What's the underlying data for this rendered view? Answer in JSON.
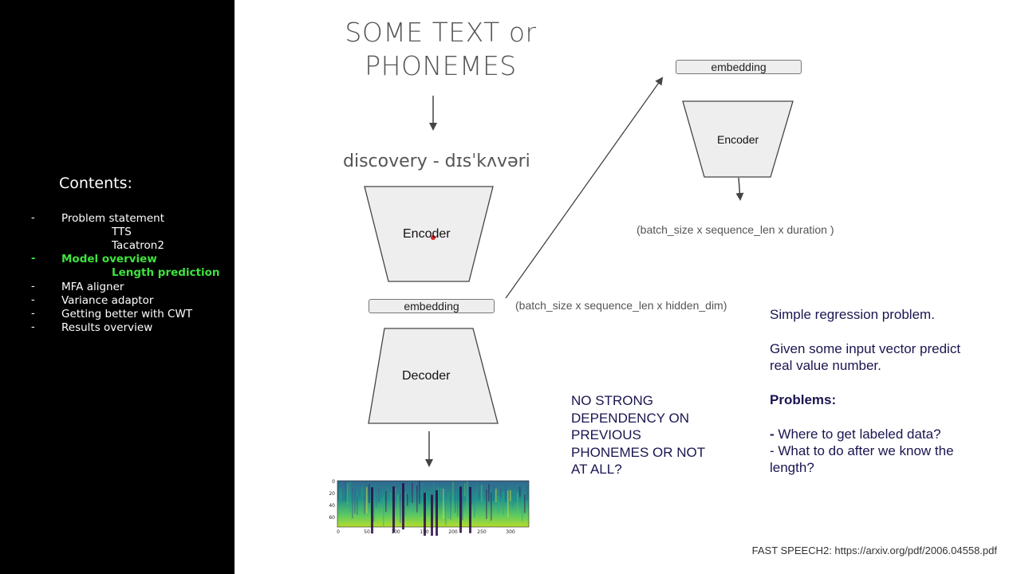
{
  "sidebar": {
    "title": "Contents:",
    "items": [
      {
        "bullet": "-",
        "label": "Problem statement"
      },
      {
        "label": "TTS"
      },
      {
        "label": "Tacatron2"
      },
      {
        "bullet": "-",
        "label": "Model overview"
      },
      {
        "label": "Length prediction"
      },
      {
        "bullet": "-",
        "label": "MFA aligner"
      },
      {
        "bullet": "-",
        "label": "Variance adaptor"
      },
      {
        "bullet": "-",
        "label": "Getting better with CWT"
      },
      {
        "bullet": "-",
        "label": "Results overview"
      }
    ],
    "active_color": "#3fe23f"
  },
  "diagram": {
    "title": "SOME TEXT or PHONEMES",
    "phonetic": "discovery - dɪsˈkʌvəri",
    "encoder_label": "Encoder",
    "embedding_label": "embedding",
    "decoder_label": "Decoder",
    "hidden_dim_text": "(batch_size x sequence_len x hidden_dim)",
    "right_embedding_label": "embedding",
    "right_encoder_label": "Encoder",
    "duration_text": "(batch_size x sequence_len x duration )",
    "dependency_note": "NO STRONG\nDEPENDENCY ON\nPREVIOUS\nPHONEMES OR NOT\nAT ALL?",
    "notes": {
      "line1": "Simple regression problem.",
      "line2": "Given some input vector predict",
      "line3": "real value number.",
      "problems_heading": "Problems:",
      "problem1_dash": "-",
      "problem1": " Where to get labeled data?",
      "problem2": "- What to do after we know the",
      "problem2b": "length?"
    },
    "spectrogram": {
      "y_ticks": [
        "0",
        "20",
        "40",
        "60"
      ],
      "x_ticks": [
        "0",
        "50",
        "100",
        "150",
        "200",
        "250",
        "300"
      ]
    },
    "footer": "FAST SPEECH2: https://arxiv.org/pdf/2006.04558.pdf"
  }
}
